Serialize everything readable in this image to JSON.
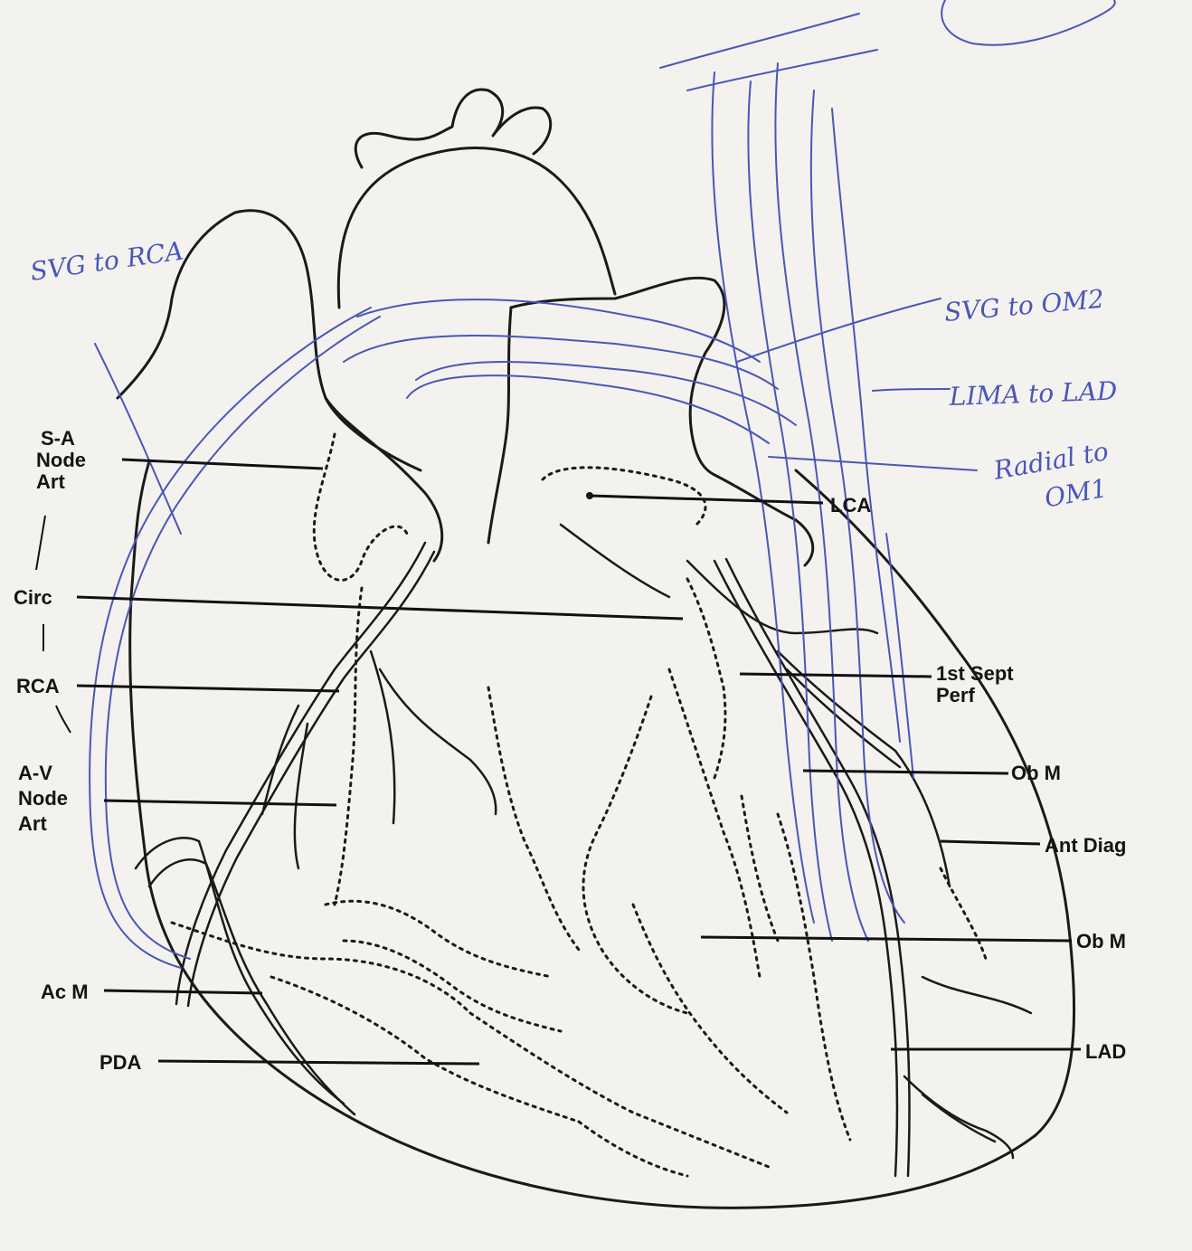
{
  "colors": {
    "paper": "#f3f2ee",
    "ink": "#1a1a1a",
    "pen": "#4a56b8"
  },
  "printed_labels": {
    "sa_node_art": [
      "S-A",
      "Node",
      "Art"
    ],
    "circ": "Circ",
    "rca": "RCA",
    "av_node_art": [
      "A-V",
      "Node",
      "Art"
    ],
    "ac_m": "Ac M",
    "pda": "PDA",
    "lca": "LCA",
    "first_sept_perf": [
      "1st Sept",
      "Perf"
    ],
    "ob_m_upper": "Ob M",
    "ant_diag": "Ant Diag",
    "ob_m_lower": "Ob M",
    "lad": "LAD"
  },
  "handwritten": {
    "svg_to_rca": "SVG to RCA",
    "svg_to_om2": "SVG to OM2",
    "lima_to_lad": "LIMA to LAD",
    "radial_to_om1": [
      "Radial to",
      "OM1"
    ]
  }
}
